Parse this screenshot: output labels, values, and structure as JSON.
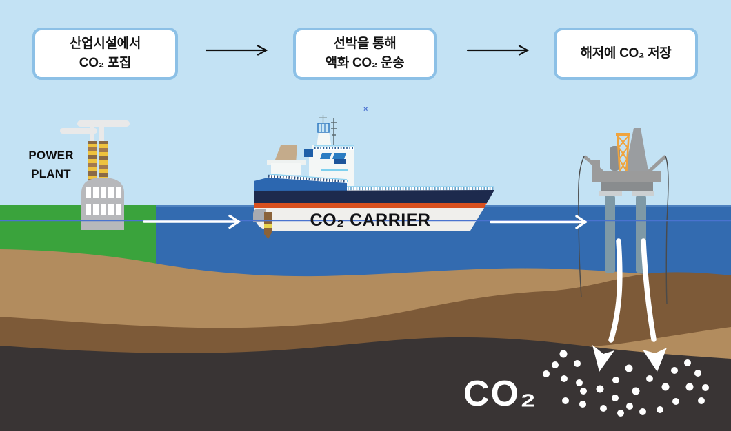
{
  "steps": [
    {
      "lines": [
        "산업시설에서",
        "CO₂ 포집"
      ]
    },
    {
      "lines": [
        "선박을 통해",
        "액화 CO₂ 운송"
      ]
    },
    {
      "lines": [
        "해저에 CO₂ 저장"
      ]
    }
  ],
  "labels": {
    "power_plant": "POWER PLANT",
    "ship_name": "CO₂ CARRIER",
    "stored_gas": "CO₂",
    "artifact_mark": "×"
  },
  "icons": {
    "step_arrow": "→",
    "flow_arrow": "→",
    "injection_arrow": "↓"
  },
  "colors": {
    "sky": "#c3e2f4",
    "sea": "#336bb0",
    "land_green": "#3aa33c",
    "soil_tan": "#b28c5e",
    "soil_brown": "#7d5a38",
    "bedrock_dark": "#393434",
    "box_border": "#8cc0e6",
    "hull_navy": "#1d2a4d",
    "hull_orange": "#d8501f",
    "derrick_orange": "#f0a43e",
    "flow_line_blue": "#4a73cf",
    "arrow_white": "#ffffff",
    "arrow_black": "#111111",
    "smoke_gray": "#e9e9e9",
    "chimney_gold": "#eec23e",
    "platform_gray": "#9b9b9b",
    "platform_leg": "#7e99a6"
  }
}
